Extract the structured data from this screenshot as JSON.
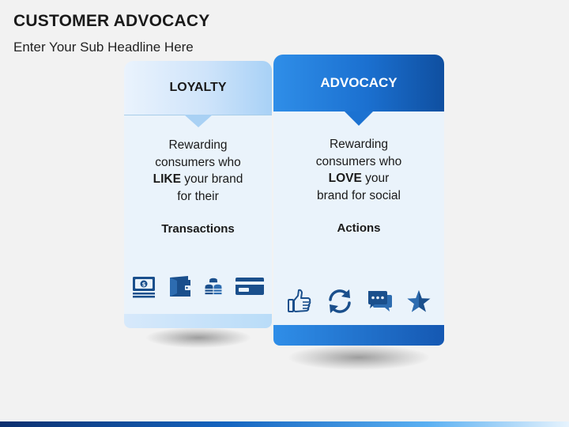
{
  "header": {
    "title": "CUSTOMER ADVOCACY",
    "subtitle": "Enter Your Sub Headline Here"
  },
  "cards": [
    {
      "id": "loyalty",
      "heading": "LOYALTY",
      "line1": "Rewarding",
      "line2": "consumers who",
      "line3_bold": "LIKE",
      "line3_rest": " your brand",
      "line4": "for their",
      "key": "Transactions",
      "icons": [
        "cash-icon",
        "wallet-icon",
        "coins-icon",
        "credit-card-icon"
      ]
    },
    {
      "id": "advocacy",
      "heading": "ADVOCACY",
      "line1": "Rewarding",
      "line2": "consumers who",
      "line3_bold": "LOVE",
      "line3_rest": " your",
      "line4": "brand for social",
      "key": "Actions",
      "icons": [
        "thumbs-up-icon",
        "refresh-icon",
        "chat-icon",
        "star-icon"
      ]
    }
  ],
  "colors": {
    "primary_blue": "#1b70d0",
    "dark_blue": "#0f4fa0",
    "light_blue": "#a8d1f6",
    "card_body": "#eaf3fb",
    "icon_blue": "#1a4f8c"
  }
}
